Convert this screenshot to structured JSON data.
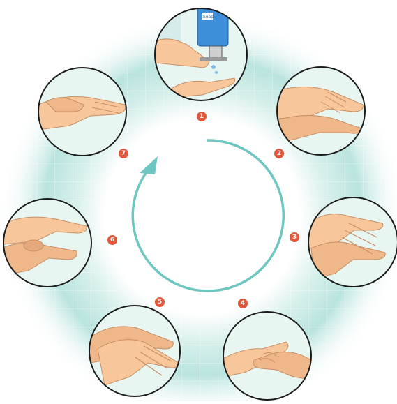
{
  "steps": [
    {
      "number": "1",
      "scene": "soap-dispenser"
    },
    {
      "number": "2",
      "scene": "rub-palms"
    },
    {
      "number": "3",
      "scene": "interlaced-fingers"
    },
    {
      "number": "4",
      "scene": "interlocked-fingers"
    },
    {
      "number": "5",
      "scene": "rub-back-of-hand"
    },
    {
      "number": "6",
      "scene": "rotational-thumb"
    },
    {
      "number": "7",
      "scene": "fingertips-in-palm"
    }
  ],
  "dispenser_label": "Soap",
  "colors": {
    "ring_glow": "#bfe6e3",
    "ring_arrow": "#6ec6c2",
    "circle_bg": "#e3f3ee",
    "circle_stroke": "#1b1b1b",
    "skin": "#f7c79b",
    "skin_shadow": "#e5a97b",
    "badge": "#e2573a",
    "bottle": "#3c8fd8"
  }
}
